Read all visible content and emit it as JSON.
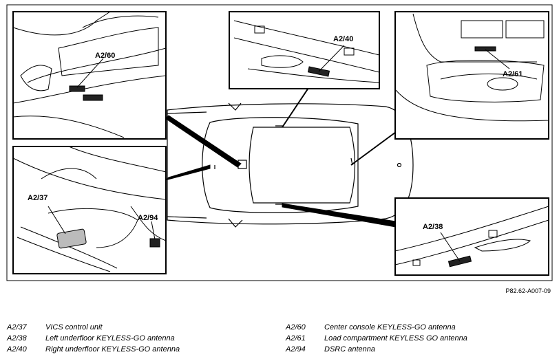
{
  "figure_ref": "P82.62-A007-09",
  "callouts": {
    "a2_60": "A2/60",
    "a2_40": "A2/40",
    "a2_61": "A2/61",
    "a2_37": "A2/37",
    "a2_94": "A2/94",
    "a2_38": "A2/38"
  },
  "legend": {
    "left": [
      {
        "code": "A2/37",
        "desc": "VICS control unit"
      },
      {
        "code": "A2/38",
        "desc": "Left underfloor KEYLESS-GO antenna"
      },
      {
        "code": "A2/40",
        "desc": "Right underfloor KEYLESS-GO antenna"
      }
    ],
    "right": [
      {
        "code": "A2/60",
        "desc": "Center console KEYLESS-GO antenna"
      },
      {
        "code": "A2/61",
        "desc": "Load compartment KEYLESS GO antenna"
      },
      {
        "code": "A2/94",
        "desc": "DSRC antenna"
      }
    ]
  }
}
